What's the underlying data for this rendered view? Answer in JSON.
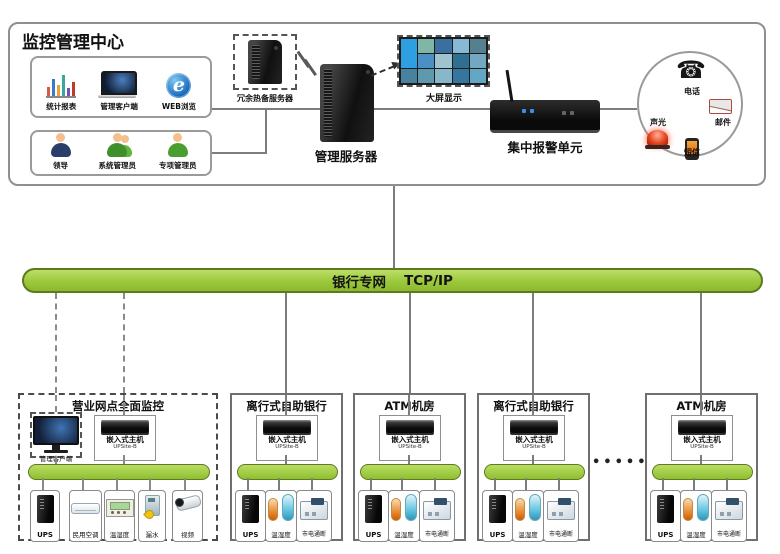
{
  "title": "监控管理中心",
  "center": {
    "tools": [
      {
        "label": "统计报表",
        "icon": "bar-chart-icon"
      },
      {
        "label": "管理客户端",
        "icon": "laptop-icon"
      },
      {
        "label": "WEB浏览",
        "icon": "ie-browser-icon"
      }
    ],
    "people": [
      {
        "label": "领导",
        "icon": "leader-icon"
      },
      {
        "label": "系统管理员",
        "icon": "sysadmin-icon"
      },
      {
        "label": "专项管理员",
        "icon": "special-admin-icon"
      }
    ],
    "redundant_server": "冗余热备服务器",
    "management_server": "管理服务器",
    "big_screen": "大屏显示",
    "alarm_unit": "集中报警单元",
    "alerts": {
      "phone": "电话",
      "mail": "邮件",
      "sms": "短信",
      "siren": "声光"
    }
  },
  "network": {
    "name": "银行专网",
    "protocol": "TCP/IP",
    "color": "#9cc83c"
  },
  "sites": [
    {
      "title": "营业网点全面监控",
      "client": "管理客户端",
      "host": "嵌入式主机",
      "model": "UPSite-B",
      "devices": [
        "UPS",
        "民用空调",
        "温湿度",
        "漏水",
        "视频"
      ]
    },
    {
      "title": "离行式自助银行",
      "host": "嵌入式主机",
      "model": "UPSite-B",
      "devices": [
        "UPS",
        "温湿度",
        "市电通断"
      ]
    },
    {
      "title": "ATM机房",
      "host": "嵌入式主机",
      "model": "UPSite-B",
      "devices": [
        "UPS",
        "温湿度",
        "市电通断"
      ]
    },
    {
      "title": "离行式自助银行",
      "host": "嵌入式主机",
      "model": "UPSite-B",
      "devices": [
        "UPS",
        "温湿度",
        "市电通断"
      ]
    },
    {
      "title": "ATM机房",
      "host": "嵌入式主机",
      "model": "UPSite-B",
      "devices": [
        "UPS",
        "温湿度",
        "市电通断"
      ]
    }
  ],
  "ellipsis": "••••••"
}
